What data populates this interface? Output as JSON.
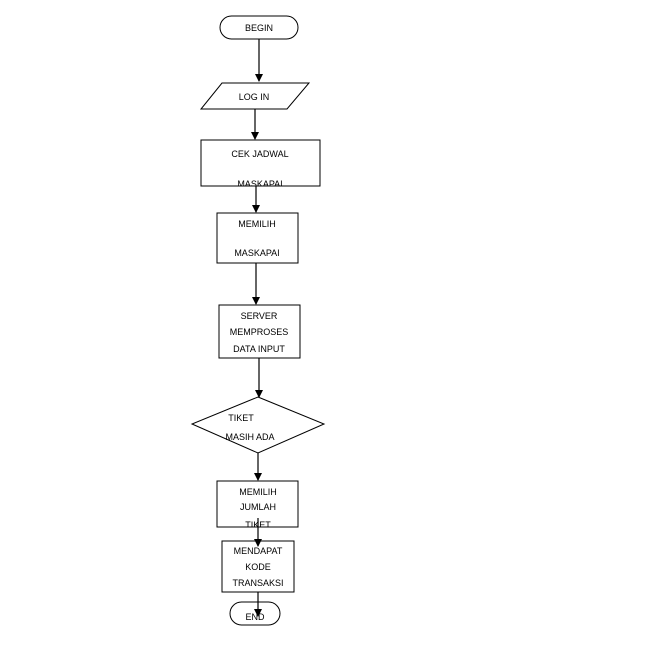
{
  "flowchart": {
    "begin": "BEGIN",
    "login": "LOG IN",
    "cek_jadwal": [
      "CEK JADWAL",
      "MASKAPAI"
    ],
    "memilih_maskapai": [
      "MEMILIH",
      "MASKAPAI"
    ],
    "server": [
      "SERVER",
      "MEMPROSES",
      "DATA INPUT"
    ],
    "decision": [
      "TIKET",
      "MASIH ADA"
    ],
    "memilih_jumlah": [
      "MEMILIH",
      "JUMLAH",
      "TIKET"
    ],
    "mendapat_kode": [
      "MENDAPAT",
      "KODE",
      "TRANSAKSI"
    ],
    "end": "END"
  }
}
